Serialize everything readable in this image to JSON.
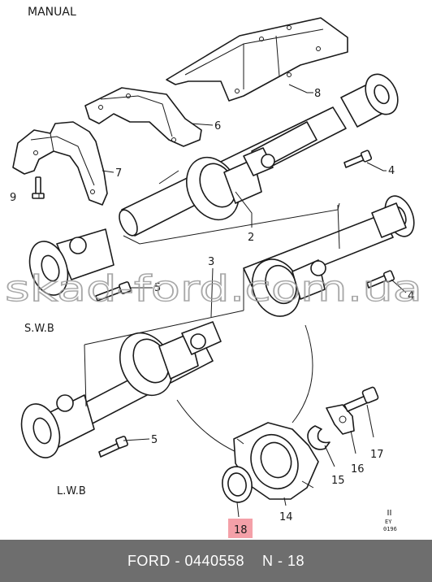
{
  "header": {
    "title": "MANUAL"
  },
  "callouts": [
    {
      "id": "1",
      "text": "8"
    },
    {
      "id": "2",
      "text": "6"
    },
    {
      "id": "3",
      "text": "7"
    },
    {
      "id": "4",
      "text": "9"
    },
    {
      "id": "5",
      "text": "4"
    },
    {
      "id": "6",
      "text": "2"
    },
    {
      "id": "7",
      "text": "3"
    },
    {
      "id": "8",
      "text": "5"
    },
    {
      "id": "9",
      "text": "4"
    },
    {
      "id": "10",
      "text": "5"
    },
    {
      "id": "11",
      "text": "17"
    },
    {
      "id": "12",
      "text": "16"
    },
    {
      "id": "13",
      "text": "15"
    },
    {
      "id": "14",
      "text": "14"
    },
    {
      "id": "15",
      "text": "18"
    }
  ],
  "sections": {
    "swb": "S.W.B",
    "lwb": "L.W.B"
  },
  "watermark": "skad-ford.com.ua",
  "figure_code": {
    "line1": "EY",
    "line2": "0196"
  },
  "highlight_color": "#f4a0a8",
  "footer": {
    "brand": "FORD",
    "separator": " - ",
    "part_number": "0440558",
    "page": "N - 18"
  }
}
